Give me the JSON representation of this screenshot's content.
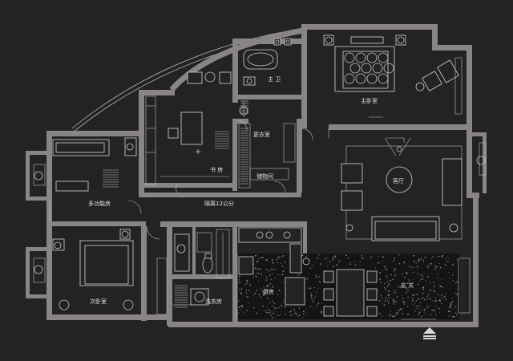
{
  "rooms": {
    "master_bathroom": "主 卫",
    "master_bedroom": "主卧室",
    "cloakroom": "更衣室",
    "study": "书 房",
    "storage": "储物间",
    "multi_function_room": "多功能房",
    "living_room": "客厅",
    "isolation_note": "隔离12公分",
    "second_bedroom": "次卧室",
    "laundry_room": "洗衣房",
    "kitchen": "厨房",
    "entrance": "玄 关"
  },
  "colors": {
    "background": "#232323",
    "wall": "#8a8585",
    "furniture_line": "#d4d4d4",
    "tile_floor": "#141414"
  },
  "icons": {
    "entrance_marker": "up-arrow-icon"
  }
}
